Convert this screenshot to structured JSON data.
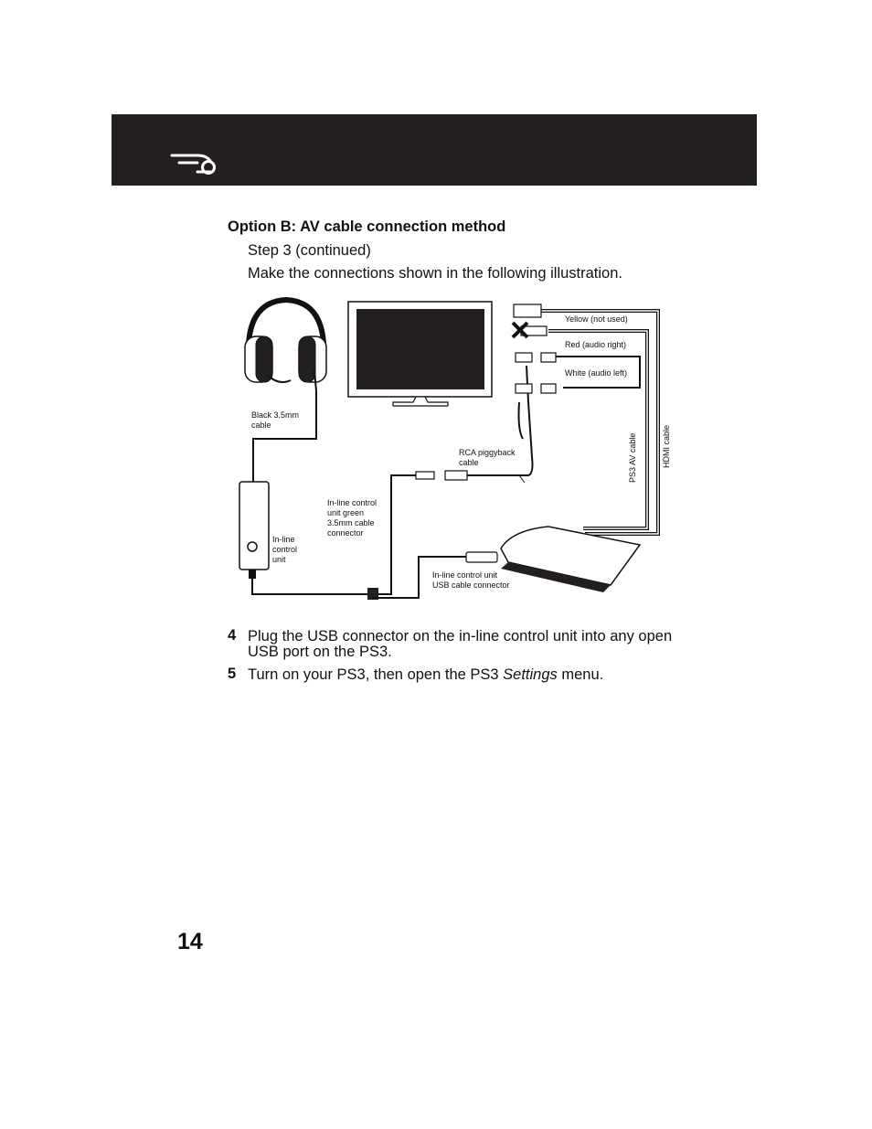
{
  "section_title": "Option B: AV cable connection method",
  "step3_heading": "Step 3 (continued)",
  "step3_intro": "Make the connections shown in the following illustration.",
  "diagram_labels": {
    "yellow": "Yellow (not used)",
    "red": "Red (audio right)",
    "white": "White (audio left)",
    "black_cable_1": "Black 3.5mm",
    "black_cable_2": "cable",
    "rca_1": "RCA piggyback",
    "rca_2": "cable",
    "inline_green_1": "In-line control",
    "inline_green_2": "unit green",
    "inline_green_3": "3.5mm cable",
    "inline_green_4": "connector",
    "inline_unit_1": "In-line",
    "inline_unit_2": "control",
    "inline_unit_3": "unit",
    "usb_conn_1": "In-line control unit",
    "usb_conn_2": "USB cable connector",
    "ps3_av": "PS3 AV cable",
    "hdmi": "HDMI cable"
  },
  "steps": [
    {
      "number": "4",
      "text": "Plug the USB connector on the in-line control unit into any open USB port on the PS3."
    },
    {
      "number": "5",
      "text_before": "Turn on your PS3, then open the PS3 ",
      "text_italic": "Settings",
      "text_after": " menu."
    }
  ],
  "page_number": "14"
}
